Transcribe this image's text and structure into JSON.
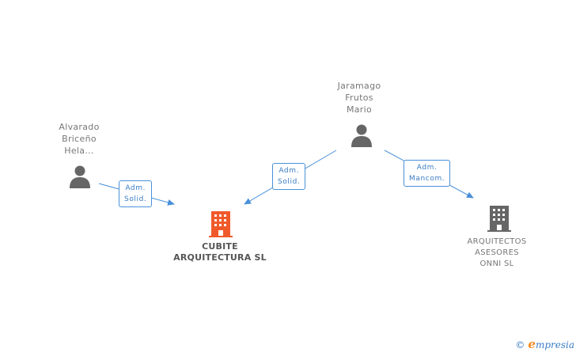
{
  "persons": [
    {
      "id": "alvarado",
      "lines": [
        "Alvarado",
        "Briceño",
        "Hela..."
      ]
    },
    {
      "id": "jaramago",
      "lines": [
        "Jaramago",
        "Frutos",
        "Mario"
      ]
    }
  ],
  "companies": {
    "main": {
      "lines": [
        "CUBITE",
        "ARQUITECTURA SL"
      ],
      "color": "#f0592a"
    },
    "other": {
      "lines": [
        "ARQUITECTOS",
        "ASESORES",
        "ONNI SL"
      ],
      "color": "#666666"
    }
  },
  "edges": [
    {
      "from": "alvarado",
      "to": "cubite",
      "role": [
        "Adm.",
        "Solid."
      ]
    },
    {
      "from": "jaramago",
      "to": "cubite",
      "role": [
        "Adm.",
        "Solid."
      ]
    },
    {
      "from": "jaramago",
      "to": "arquitectos",
      "role": [
        "Adm.",
        "Mancom."
      ]
    }
  ],
  "colors": {
    "edge": "#4a90d9",
    "person_icon": "#666666"
  },
  "watermark": {
    "copyright": "©",
    "brand_initial": "e",
    "brand_rest": "mpresia"
  }
}
